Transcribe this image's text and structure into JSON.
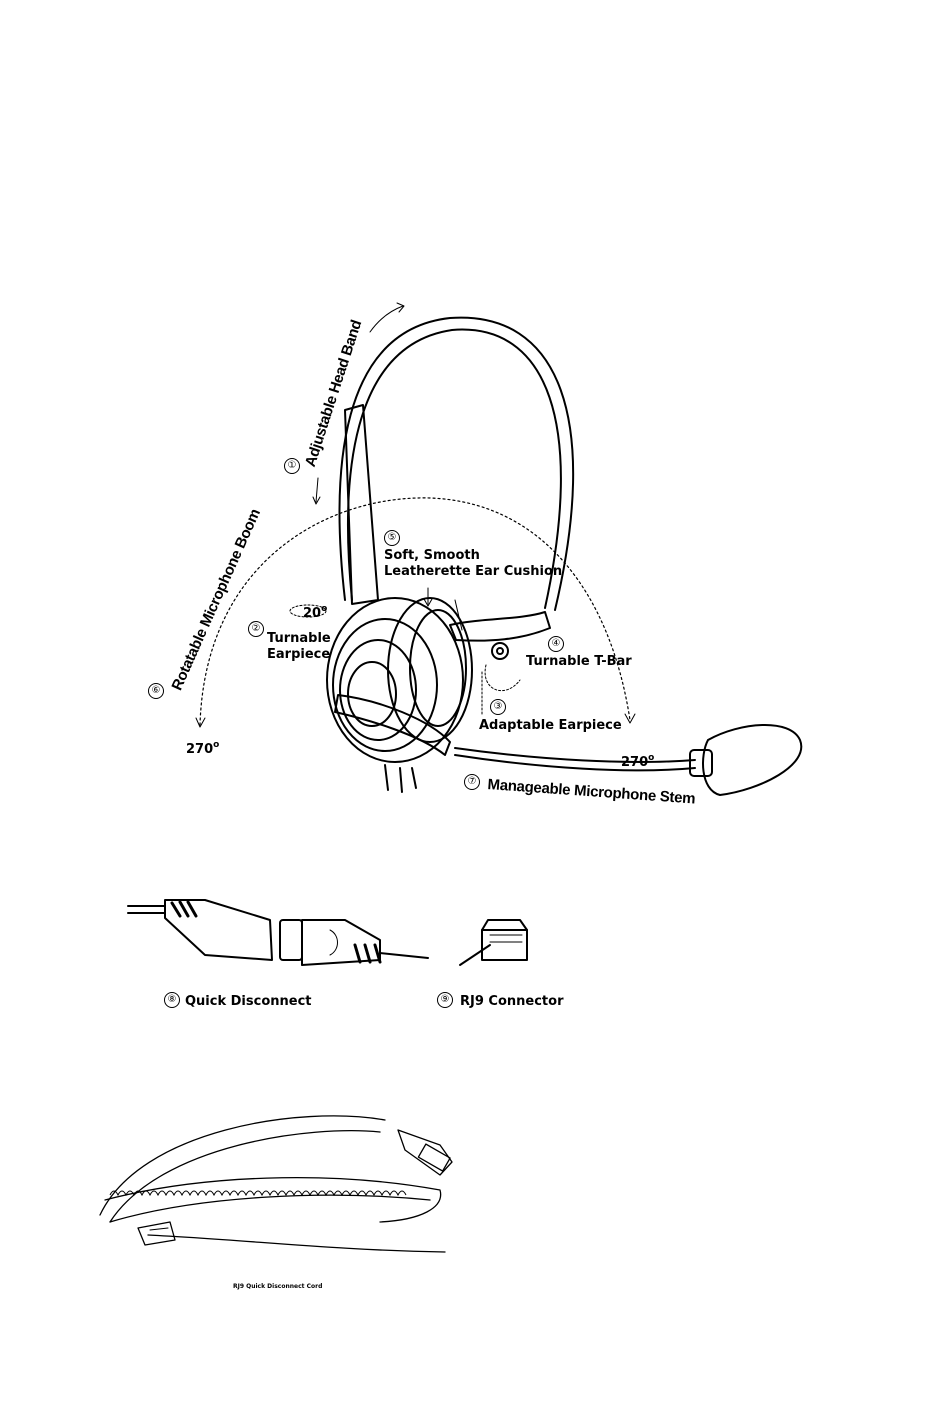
{
  "labels": {
    "n1": "①",
    "head_band": "Adjustable Head Band",
    "n2": "②",
    "turnable_earpiece_1": "Turnable",
    "turnable_earpiece_2": "Earpiece",
    "angle_20": "20",
    "n3": "③",
    "adaptable_earpiece": "Adaptable Earpiece",
    "n4": "④",
    "turnable_tbar": "Turnable T-Bar",
    "n5": "⑤",
    "ear_cushion_1": "Soft, Smooth",
    "ear_cushion_2": "Leatherette Ear Cushion",
    "n6": "⑥",
    "mic_boom": "Rotatable Microphone Boom",
    "angle_270_left": "270",
    "angle_270_right": "270",
    "degree": "o",
    "n7": "⑦",
    "mic_stem": "Manageable Microphone Stem",
    "n8": "⑧",
    "quick_disconnect": "Quick Disconnect",
    "n9": "⑨",
    "rj9_connector": "RJ9 Connector",
    "cord_caption": "RJ9 Quick Disconnect Cord"
  }
}
